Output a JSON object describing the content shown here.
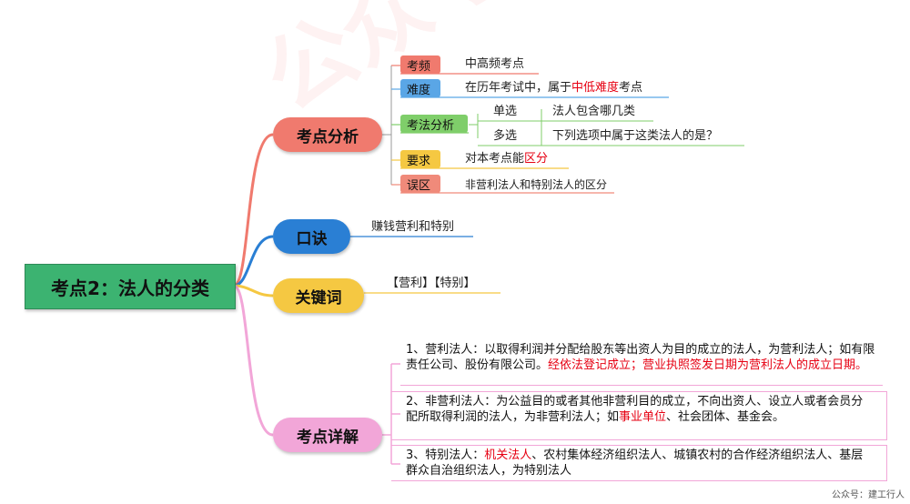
{
  "root": {
    "label": "考点2：法人的分类"
  },
  "branches": {
    "analysis": {
      "label": "考点分析",
      "frequency": {
        "tag": "考频",
        "value": "中高频考点"
      },
      "difficulty": {
        "tag": "难度",
        "pre": "在历年考试中，属于",
        "highlight": "中低难度",
        "post": "考点"
      },
      "method": {
        "tag": "考法分析",
        "single": {
          "type": "单选",
          "question": "法人包含哪几类"
        },
        "multiple": {
          "type": "多选",
          "question": "下列选项中属于这类法人的是？"
        }
      },
      "requirement": {
        "tag": "要求",
        "pre": "对本考点能",
        "highlight": "区分"
      },
      "mistake": {
        "tag": "误区",
        "value": "非营利法人和特别法人的区分"
      }
    },
    "mnemonic": {
      "label": "口诀",
      "value": "赚钱营利和特别"
    },
    "keywords": {
      "label": "关键词",
      "value": "【营利】【特别】"
    },
    "details": {
      "label": "考点详解",
      "item1": {
        "pre": "1、营利法人：以取得利润并分配给股东等出资人为目的成立的法人，为营利法人；如有限责任公司、股份有限公司。",
        "highlight": "经依法登记成立；营业执照签发日期为营利法人的成立日期。"
      },
      "item2": {
        "pre": "2、非营利法人：为公益目的或者其他非营利目的成立，不向出资人、设立人或者会员分配所取得利润的法人，为非营利法人；如",
        "highlight": "事业单位",
        "post": "、社会团体、基金会。"
      },
      "item3": {
        "pre": "3、特别法人：",
        "highlight": "机关法人",
        "post": "、农村集体经济组织法人、城镇农村的合作经济组织法人、基层群众自治组织法人，为特别法人"
      }
    }
  },
  "footer": "公众号：建工行人",
  "colors": {
    "root": "#3cb371",
    "analysis": "#f07a6e",
    "mnemonic": "#2a7fd4",
    "keywords": "#f5c842",
    "details": "#f2a6d8",
    "frequency": "#f07a6e",
    "difficulty": "#5aa6e6",
    "method": "#7fce6a",
    "requirement": "#f5c842",
    "mistake": "#f08a7a",
    "highlight": "#e60012"
  }
}
